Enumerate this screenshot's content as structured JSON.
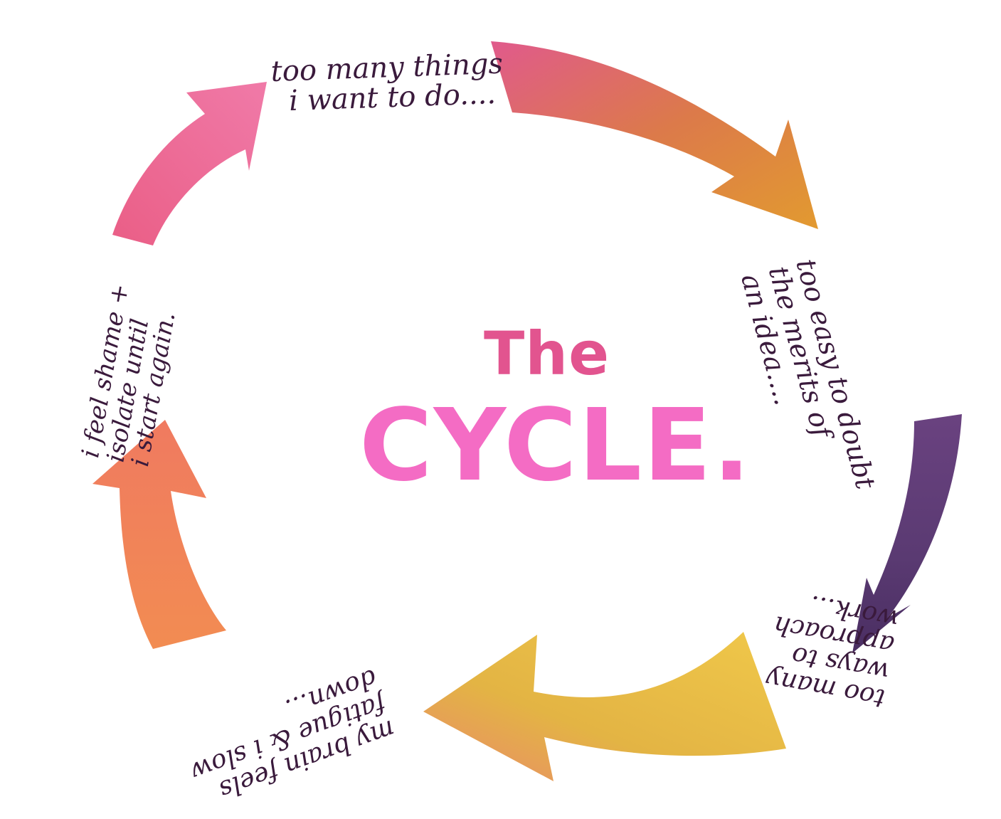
{
  "title": {
    "line1": "The",
    "line2": "CYCLE."
  },
  "steps": [
    {
      "id": "top",
      "lines": [
        "too many things",
        "i want to do...."
      ]
    },
    {
      "id": "right",
      "lines": [
        "too easy to doubt",
        "the merits of",
        "an idea...."
      ]
    },
    {
      "id": "bottom-right",
      "lines": [
        "too many",
        "ways to",
        "approach",
        "work..."
      ]
    },
    {
      "id": "bottom-left",
      "lines": [
        "my brain feels",
        "fatigue & i slow",
        "down..."
      ]
    },
    {
      "id": "left",
      "lines": [
        "i feel shame +",
        "isolate until",
        "i start again."
      ]
    }
  ],
  "colors": {
    "title_the": "#e2548f",
    "title_cycle": "#f46cc4",
    "arrow_top": "#e0608a",
    "arrow_top_end": "#e08a3a",
    "arrow_right": "#5e3a78",
    "arrow_bottom": "#e9c045",
    "arrow_left": "#f0845a",
    "arrow_left_top": "#ee6a96",
    "text": "#3a1a3c"
  }
}
